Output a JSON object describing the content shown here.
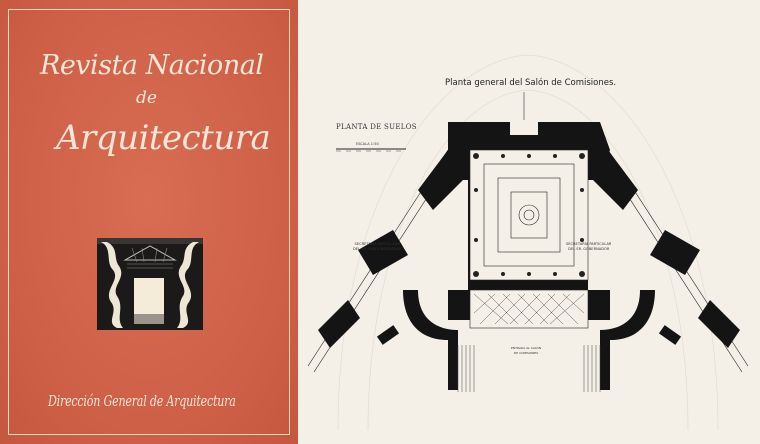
{
  "cover": {
    "title_line1": "Revista Nacional",
    "title_line2": "de",
    "title_line3": "Arquitectura",
    "publisher": "Dirección General de Arquitectura",
    "background_color": "#d2654c",
    "illustration": "doorway-woodcut"
  },
  "plan": {
    "title": "Planta general del Salón de Comisiones.",
    "floor_label": "PLANTA DE SUELOS",
    "scale_label": "ESCALA 1:50",
    "room_left": [
      "SECRETARÍA PARTICULAR",
      "DEL SR. SUBGOBERNADOR"
    ],
    "room_right": [
      "SECRETARÍA PARTICULAR",
      "DEL SR. GOBERNADOR"
    ],
    "stair_label": [
      "ENTRADA AL SALÓN",
      "DE COMISIONES"
    ]
  }
}
